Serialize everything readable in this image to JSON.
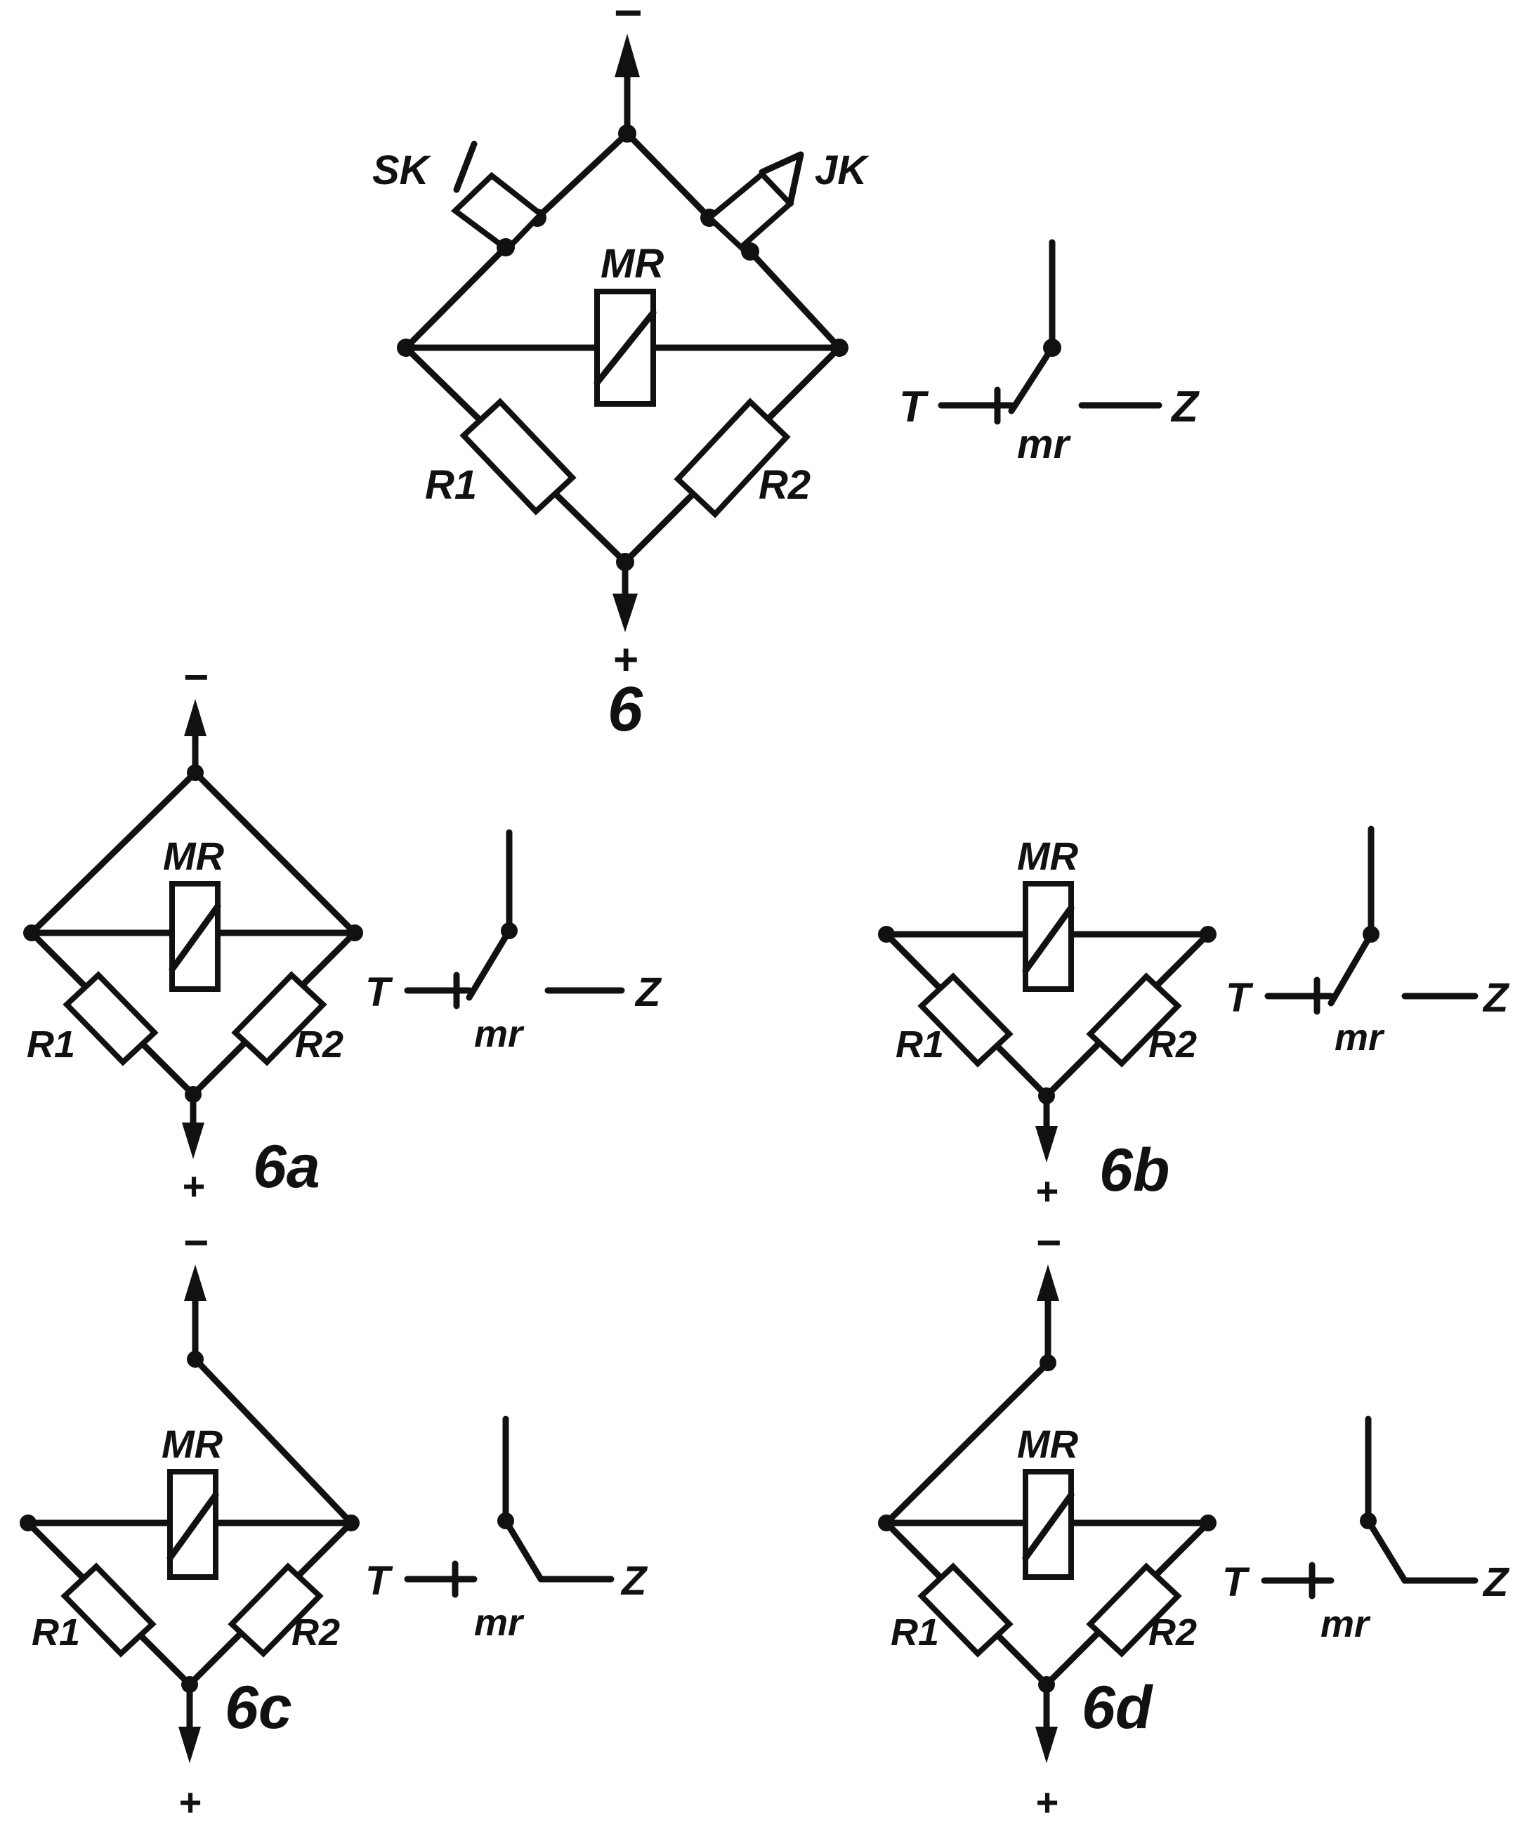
{
  "labels": {
    "minus": "−",
    "plus": "+",
    "sk": "SK",
    "jk": "JK",
    "mr_coil": "MR",
    "r1": "R1",
    "r2": "R2",
    "t": "T",
    "z": "Z",
    "mr_contact": "mr"
  },
  "figures": {
    "main": "6",
    "a": "6a",
    "b": "6b",
    "c": "6c",
    "d": "6d"
  },
  "colors": {
    "ink": "#111111",
    "paper": "#ffffff"
  }
}
